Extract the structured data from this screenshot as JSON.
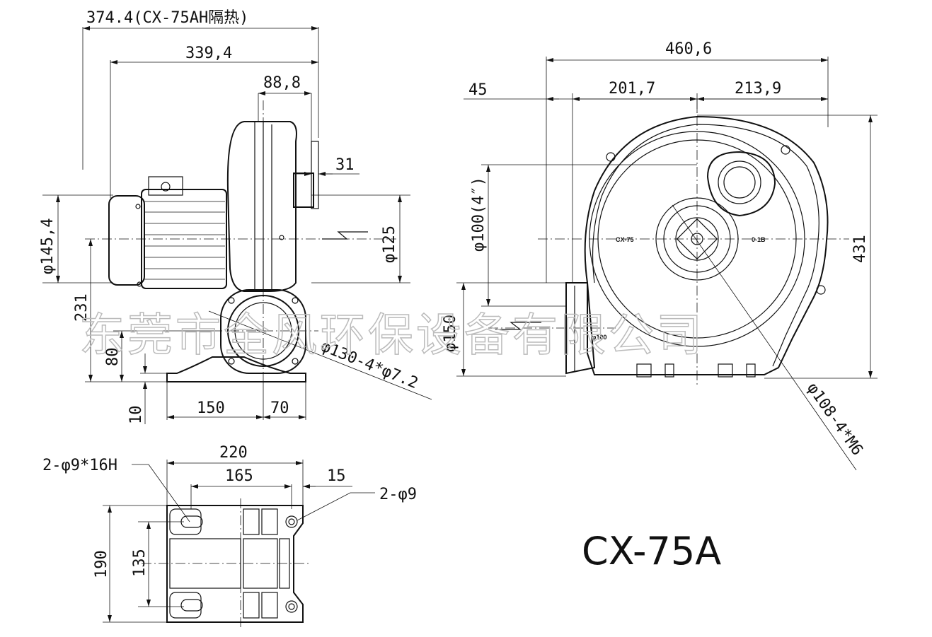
{
  "side_view": {
    "dim_overall_insulated": "374.4(CX-75AH隔热)",
    "dim_overall": "339,4",
    "dim_head": "88,8",
    "dim_flange": "31",
    "dim_motor_dia": "φ145,4",
    "dim_outlet_dia": "φ125",
    "dim_center_height": "231",
    "dim_base_height": "80",
    "dim_base_plate": "10",
    "dim_base_left": "150",
    "dim_base_right": "70",
    "dim_flange_holes": "φ130-4*φ7.2"
  },
  "front_view": {
    "dim_total_width": "460,6",
    "dim_inlet_offset": "45",
    "dim_left": "201,7",
    "dim_right": "213,9",
    "dim_inlet_dia": "φ100(4″)",
    "dim_height": "431",
    "dim_outlet": "φ150",
    "dim_bolt_circle": "φ108-4*M6",
    "label_model": "CX-75",
    "label_code": "0-1B",
    "label_outlet": "φ100"
  },
  "base_view": {
    "dim_width": "220",
    "dim_hole_span": "165",
    "dim_edge": "15",
    "dim_slot_holes": "2-φ9*16H",
    "dim_round_holes": "2-φ9",
    "dim_depth": "190",
    "dim_hole_depth": "135"
  },
  "model_name": "CX-75A",
  "watermark": "东莞市全风环保设备有限公司"
}
